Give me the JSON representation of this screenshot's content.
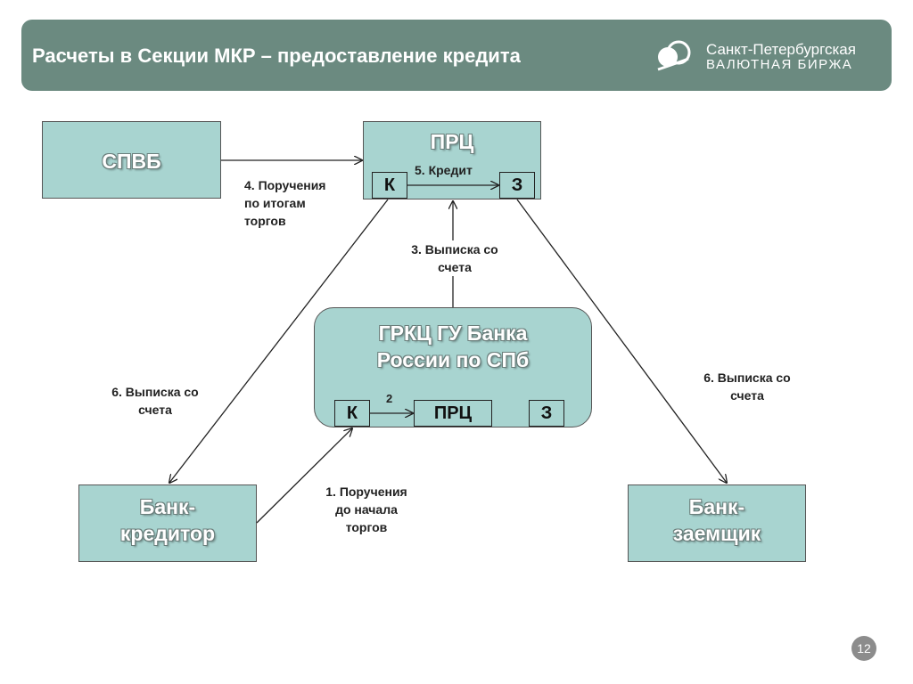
{
  "header": {
    "title": "Расчеты в Секции МКР – предоставление кредита",
    "logo_line1": "Санкт-Петербургская",
    "logo_line2": "ВАЛЮТНАЯ БИРЖА"
  },
  "nodes": {
    "spvb": "СПВБ",
    "prc": {
      "title": "ПРЦ",
      "k": "К",
      "z": "З"
    },
    "grkc": {
      "title_line1": "ГРКЦ ГУ Банка",
      "title_line2": "России по СПб",
      "k": "К",
      "prc": "ПРЦ",
      "z": "З"
    },
    "bank_creditor": {
      "line1": "Банк-",
      "line2": "кредитор"
    },
    "bank_borrower": {
      "line1": "Банк-",
      "line2": "заемщик"
    }
  },
  "edges": {
    "step1": [
      "1. Поручения",
      "до начала",
      "торгов"
    ],
    "step2": "2",
    "step3": [
      "3. Выписка со",
      "счета"
    ],
    "step4": [
      "4. Поручения",
      "по итогам",
      "торгов"
    ],
    "step5": "5. Кредит",
    "step6_left": [
      "6. Выписка со",
      "счета"
    ],
    "step6_right": [
      "6. Выписка со",
      "счета"
    ]
  },
  "page_number": "12",
  "colors": {
    "header_bg": "#6b8a80",
    "node_fill": "#a8d4d0",
    "page_badge": "#8c8c8c"
  }
}
